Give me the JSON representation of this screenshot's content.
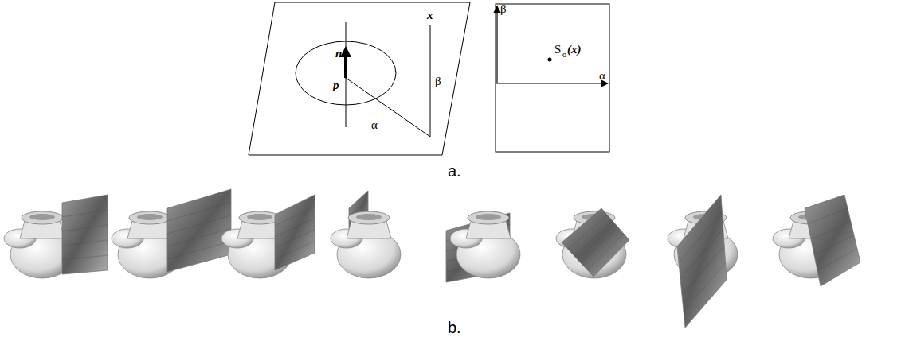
{
  "diagram": {
    "labels": [
      "n",
      "p",
      "x",
      "β",
      "α",
      "β",
      "α",
      "S",
      "o",
      "(x)",
      "a.",
      "b."
    ]
  }
}
